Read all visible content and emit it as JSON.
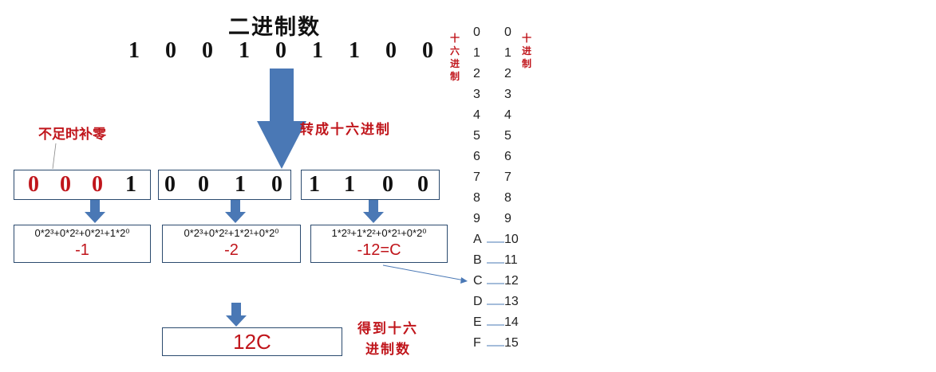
{
  "title": "二进制数",
  "binary_digits": [
    "1",
    "0",
    "0",
    "1",
    "0",
    "1",
    "1",
    "0",
    "0"
  ],
  "annotations": {
    "pad_note": "不足时补零",
    "convert_note": "转成十六进制",
    "result_note_line1": "得到十六",
    "result_note_line2": "进制数",
    "left_col_label": [
      "十",
      "六",
      "进",
      "制"
    ],
    "right_col_label": [
      "十",
      "进",
      "制"
    ]
  },
  "groups": [
    {
      "digits": [
        "0",
        "0",
        "0",
        "1"
      ],
      "padded": 3,
      "formula": "0*2³+0*2²+0*2¹+1*2⁰",
      "result": "-1"
    },
    {
      "digits": [
        "0",
        "0",
        "1",
        "0"
      ],
      "padded": 0,
      "formula": "0*2³+0*2²+1*2¹+0*2⁰",
      "result": "-2"
    },
    {
      "digits": [
        "1",
        "1",
        "0",
        "0"
      ],
      "padded": 0,
      "formula": "1*2³+1*2²+0*2¹+0*2⁰",
      "result": "-12=C"
    }
  ],
  "final_result": "12C",
  "hex_table": [
    {
      "hex": "0",
      "dec": "0"
    },
    {
      "hex": "1",
      "dec": "1"
    },
    {
      "hex": "2",
      "dec": "2"
    },
    {
      "hex": "3",
      "dec": "3"
    },
    {
      "hex": "4",
      "dec": "4"
    },
    {
      "hex": "5",
      "dec": "5"
    },
    {
      "hex": "6",
      "dec": "6"
    },
    {
      "hex": "7",
      "dec": "7"
    },
    {
      "hex": "8",
      "dec": "8"
    },
    {
      "hex": "9",
      "dec": "9"
    },
    {
      "hex": "A",
      "dec": "10"
    },
    {
      "hex": "B",
      "dec": "11"
    },
    {
      "hex": "C",
      "dec": "12"
    },
    {
      "hex": "D",
      "dec": "13"
    },
    {
      "hex": "E",
      "dec": "14"
    },
    {
      "hex": "F",
      "dec": "15"
    }
  ],
  "colors": {
    "red": "#c0151b",
    "arrow": "#4a78b5",
    "border": "#2b4a6e"
  }
}
